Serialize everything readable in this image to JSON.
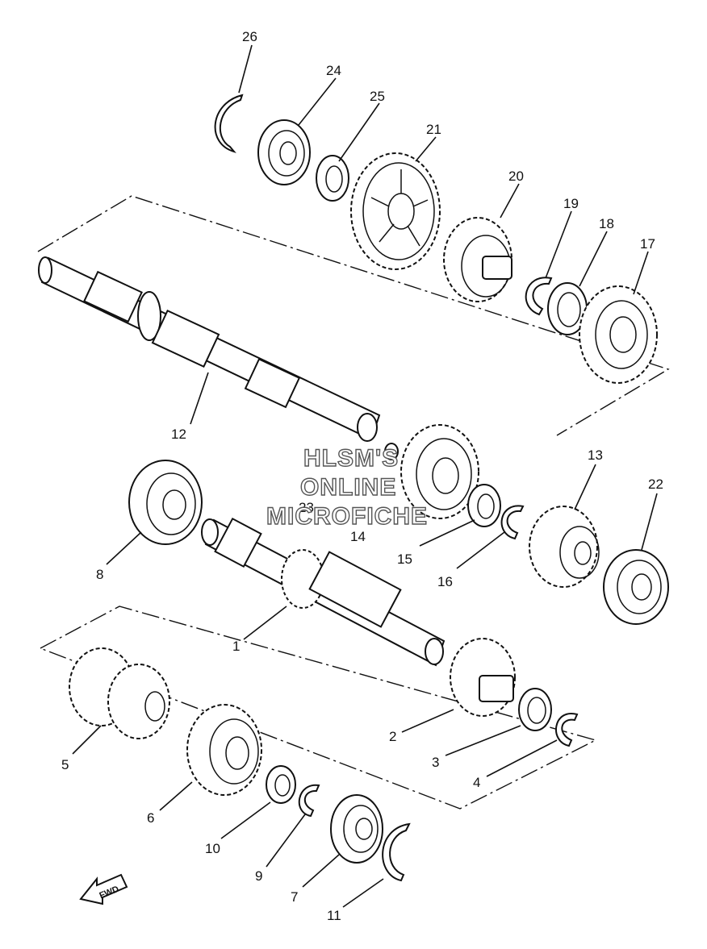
{
  "callouts": [
    {
      "id": "1",
      "label": "1"
    },
    {
      "id": "2",
      "label": "2"
    },
    {
      "id": "3",
      "label": "3"
    },
    {
      "id": "4",
      "label": "4"
    },
    {
      "id": "5",
      "label": "5"
    },
    {
      "id": "6",
      "label": "6"
    },
    {
      "id": "7",
      "label": "7"
    },
    {
      "id": "8",
      "label": "8"
    },
    {
      "id": "9",
      "label": "9"
    },
    {
      "id": "10",
      "label": "10"
    },
    {
      "id": "11",
      "label": "11"
    },
    {
      "id": "12",
      "label": "12"
    },
    {
      "id": "13",
      "label": "13"
    },
    {
      "id": "14",
      "label": "14"
    },
    {
      "id": "15",
      "label": "15"
    },
    {
      "id": "16",
      "label": "16"
    },
    {
      "id": "17",
      "label": "17"
    },
    {
      "id": "18",
      "label": "18"
    },
    {
      "id": "19",
      "label": "19"
    },
    {
      "id": "20",
      "label": "20"
    },
    {
      "id": "21",
      "label": "21"
    },
    {
      "id": "22",
      "label": "22"
    },
    {
      "id": "23",
      "label": "23"
    },
    {
      "id": "24",
      "label": "24"
    },
    {
      "id": "25",
      "label": "25"
    },
    {
      "id": "26",
      "label": "26"
    }
  ],
  "watermark": {
    "line1": "HLSM'S",
    "line2": "ONLINE",
    "line3": "MICROFICHE"
  },
  "direction_arrow": {
    "label": "FWD",
    "icon": "fwd-arrow-icon"
  }
}
